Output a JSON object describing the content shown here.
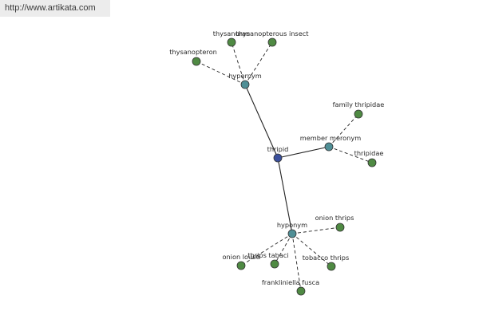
{
  "banner": {
    "url_text": "http://www.artikata.com"
  },
  "graph": {
    "colors": {
      "center": "#3a4f9c",
      "relation": "#4f8f96",
      "leaf": "#4f8a43",
      "node_stroke": "#333333",
      "edge": "#222222"
    },
    "nodes": [
      {
        "id": "thripid",
        "label": "thripid",
        "kind": "center"
      },
      {
        "id": "hypernym",
        "label": "hypernym",
        "kind": "relation"
      },
      {
        "id": "member-meronym",
        "label": "member meronym",
        "kind": "relation"
      },
      {
        "id": "hyponym",
        "label": "hyponym",
        "kind": "relation"
      },
      {
        "id": "thysanura",
        "label": "thysanuran",
        "kind": "leaf"
      },
      {
        "id": "thysanopterous-insect",
        "label": "thysanopterous insect",
        "kind": "leaf"
      },
      {
        "id": "thysanopteron",
        "label": "thysanopteron",
        "kind": "leaf"
      },
      {
        "id": "family-thripidae",
        "label": "family thripidae",
        "kind": "leaf"
      },
      {
        "id": "thripidae",
        "label": "thripidae",
        "kind": "leaf"
      },
      {
        "id": "onion-thrips",
        "label": "onion thrips",
        "kind": "leaf"
      },
      {
        "id": "onion-louse",
        "label": "onion louse",
        "kind": "leaf"
      },
      {
        "id": "thrips-tabaci",
        "label": "thrips tabaci",
        "kind": "leaf"
      },
      {
        "id": "tobacco-thrips",
        "label": "tobacco thrips",
        "kind": "leaf"
      },
      {
        "id": "frankliniella-fusca",
        "label": "frankliniella fusca",
        "kind": "leaf"
      }
    ],
    "edges": [
      {
        "from": "thripid",
        "to": "hypernym",
        "style": "solid"
      },
      {
        "from": "thripid",
        "to": "member-meronym",
        "style": "solid"
      },
      {
        "from": "thripid",
        "to": "hyponym",
        "style": "solid"
      },
      {
        "from": "hypernym",
        "to": "thysanura",
        "style": "dashed"
      },
      {
        "from": "hypernym",
        "to": "thysanopterous-insect",
        "style": "dashed"
      },
      {
        "from": "hypernym",
        "to": "thysanopteron",
        "style": "dashed"
      },
      {
        "from": "member-meronym",
        "to": "family-thripidae",
        "style": "dashed"
      },
      {
        "from": "member-meronym",
        "to": "thripidae",
        "style": "dashed"
      },
      {
        "from": "hyponym",
        "to": "onion-thrips",
        "style": "dashed"
      },
      {
        "from": "hyponym",
        "to": "onion-louse",
        "style": "dashed"
      },
      {
        "from": "hyponym",
        "to": "thrips-tabaci",
        "style": "dashed"
      },
      {
        "from": "hyponym",
        "to": "tobacco-thrips",
        "style": "dashed"
      },
      {
        "from": "hyponym",
        "to": "frankliniella-fusca",
        "style": "dashed"
      }
    ]
  }
}
